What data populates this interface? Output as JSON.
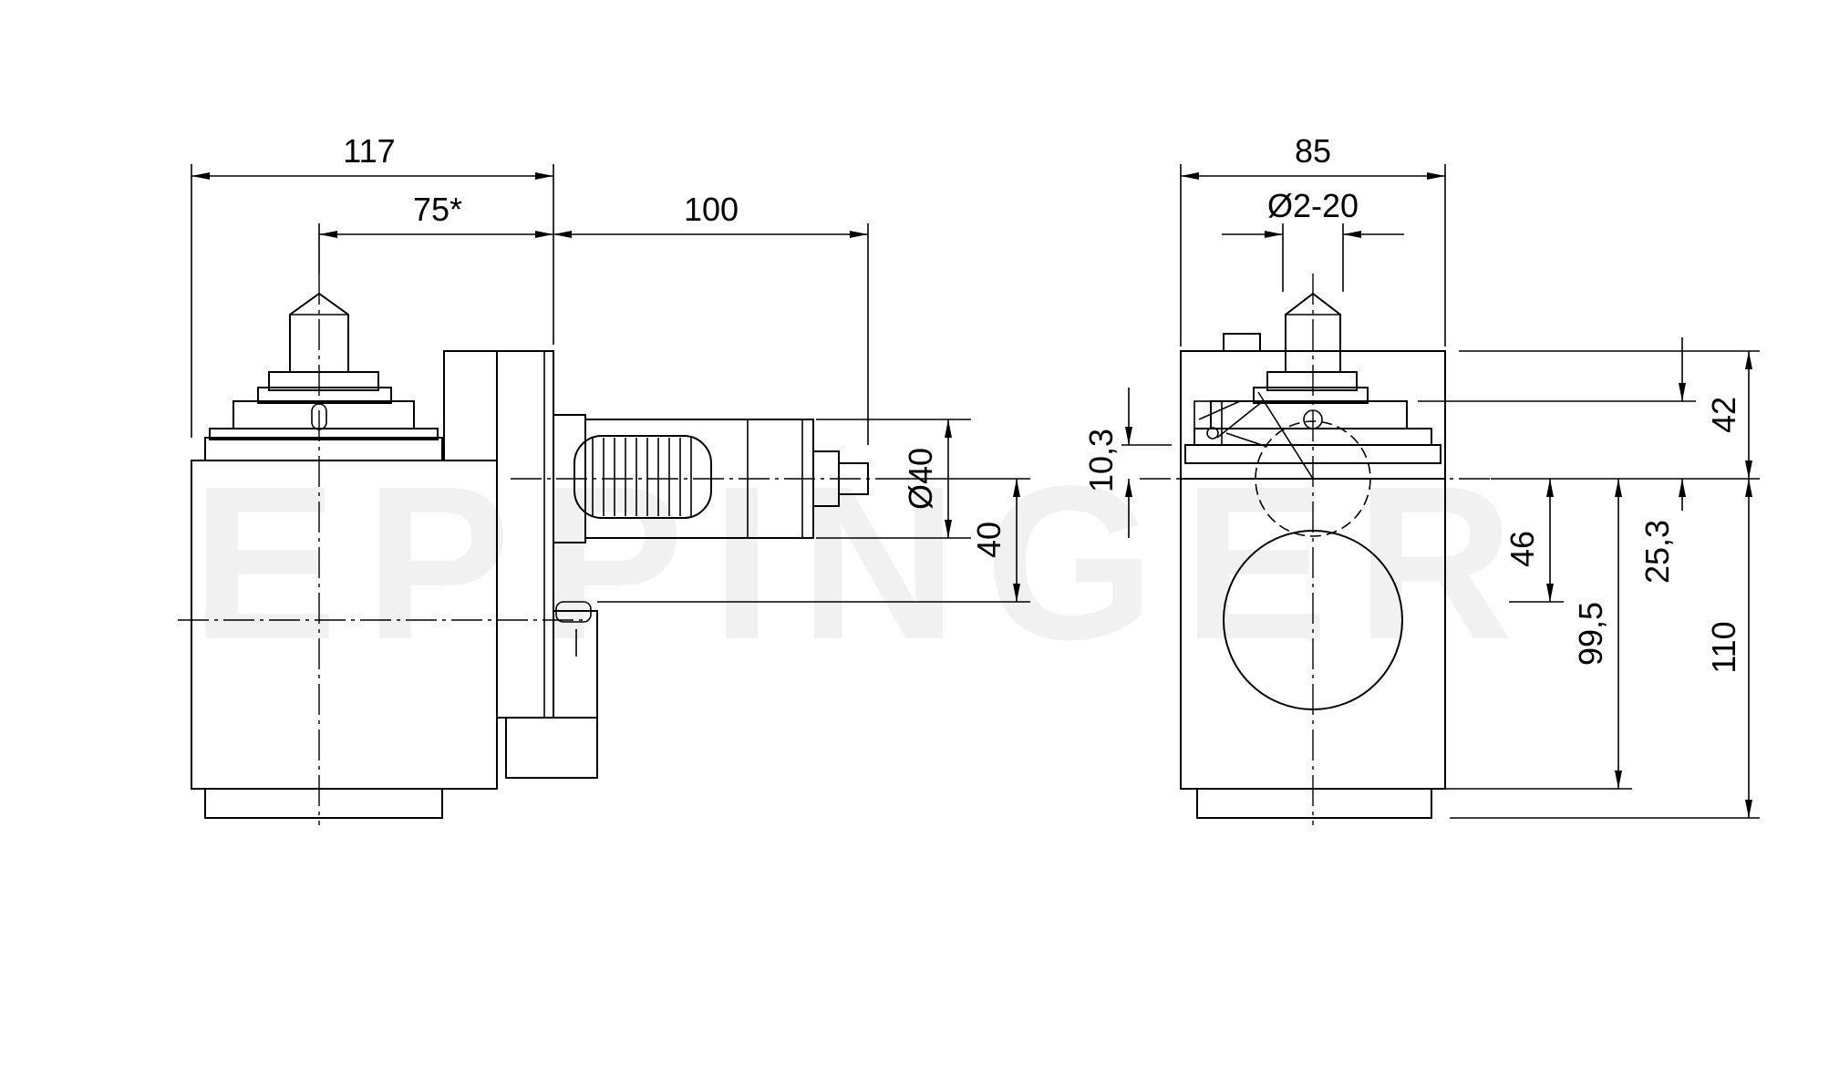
{
  "watermark": {
    "text": "EPPINGER"
  },
  "dimensions": {
    "side_view": {
      "total_width": "117",
      "center_offset": "75*",
      "projection": "100",
      "diameter": "Ø40",
      "height_offset": "40"
    },
    "front_view": {
      "total_width": "85",
      "collet_range": "Ø2-20",
      "offset_small": "10,3",
      "height_42": "42",
      "height_46": "46",
      "height_25_3": "25,3",
      "height_99_5": "99,5",
      "height_110": "110"
    }
  }
}
